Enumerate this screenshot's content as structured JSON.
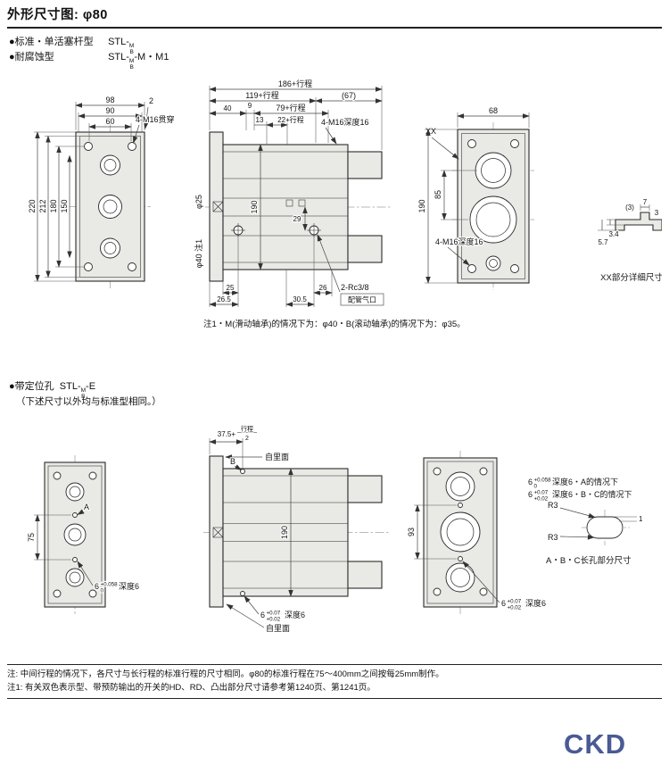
{
  "header": {
    "title": "外形尺寸图: φ80"
  },
  "models": {
    "std_prefix": "●标准・单活塞杆型",
    "corr_prefix": "●耐腐蚀型",
    "pos_prefix": "●带定位孔",
    "base": "STL-",
    "frac_top": "M",
    "frac_bot": "B",
    "corr_suffix": "-M・M1",
    "pos_suffix": "-E",
    "pos_note": "（下述尺寸以外均与标准型相同。）"
  },
  "std_view": {
    "front": {
      "d98": "98",
      "d90": "90",
      "d60": "60",
      "d2": "2",
      "bolt_label": "4-M16贯穿",
      "d220": "220",
      "d212": "212",
      "d180": "180",
      "d150": "150"
    },
    "side": {
      "d186": "186+行程",
      "d119": "119+行程",
      "d67": "(67)",
      "d40": "40",
      "d9": "9",
      "d79": "79+行程",
      "d13": "13",
      "d22": "22+行程",
      "bolt_label": "4-M16深度16",
      "d190": "190",
      "rod_dia": "φ25",
      "guide_dia": "φ40 注1",
      "d29": "29",
      "d25": "25",
      "d26": "26",
      "d26_5": "26.5",
      "d30_5": "30.5",
      "port_label": "2-Rc3/8",
      "port_box": "配管气口"
    },
    "rear": {
      "xx": "XX",
      "d68": "68",
      "d85": "85",
      "d190": "190",
      "bolt_label": "4-M16深度16"
    },
    "detail": {
      "d3p": "(3)",
      "d7": "7",
      "d3": "3",
      "d3_4": "3.4",
      "d5_7": "5.7",
      "caption": "XX部分详细尺寸"
    },
    "note": "注1・M(滑动轴承)的情况下为：φ40・B(滚动轴承)的情况下为：φ35。"
  },
  "pos_view": {
    "front": {
      "d75": "75",
      "a_label": "A",
      "tol_base": "6",
      "tol_top": "+0.058",
      "tol_bot": "0",
      "tol_suffix": "深度6"
    },
    "side": {
      "d37_5": "37.5+",
      "frac_top": "行程",
      "frac_bot": "2",
      "from_inside_top": "自里面",
      "b_label": "B",
      "d190": "190",
      "tol_base": "6",
      "tol_top": "+0.07",
      "tol_bot": "+0.02",
      "tol_suffix": "深度6",
      "from_inside_bottom": "自里面"
    },
    "rear": {
      "d93": "93",
      "tol_base": "6",
      "tol_top": "+0.07",
      "tol_bot": "+0.02",
      "tol_suffix": "深度6"
    },
    "detail": {
      "line1_base": "6",
      "line1_top": "+0.058",
      "line1_bot": "0",
      "line1_rest": "深度6・A的情况下",
      "line2_base": "6",
      "line2_top": "+0.07",
      "line2_bot": "+0.02",
      "line2_rest": "深度6・B・C的情况下",
      "r3_top": "R3",
      "r3_bot": "R3",
      "d1": "1",
      "caption": "A・B・C长孔部分尺寸"
    }
  },
  "footer": {
    "note1": "注: 中间行程的情况下，各尺寸与长行程的标准行程的尺寸相同。φ80的标准行程在75～400mm之间按每25mm制作。",
    "note2": "注1: 有关双色表示型、带预防输出的开关的HD、RD、凸出部分尺寸请参考第1240页、第1241页。",
    "logo": "CKD"
  },
  "colors": {
    "brand_blue": "#4a5a94",
    "line": "#333333",
    "part_fill": "#e9e9e5"
  }
}
